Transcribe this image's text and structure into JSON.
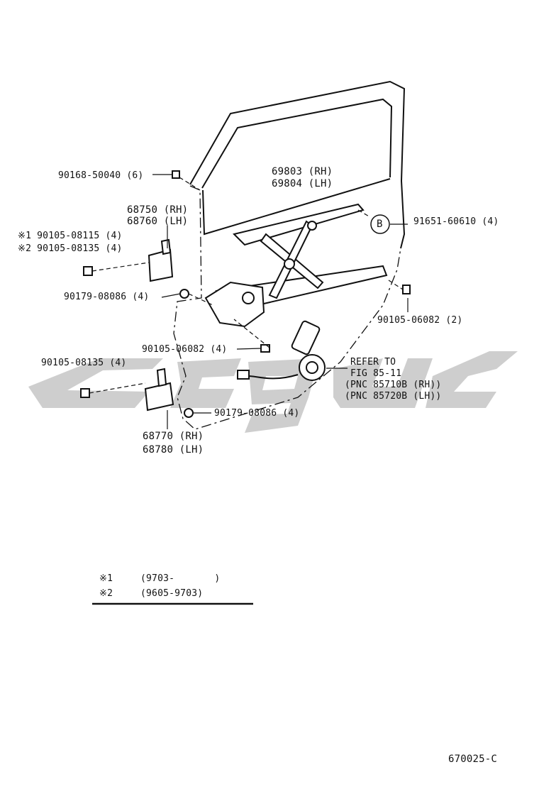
{
  "labels": {
    "bolt_6": "90168-50040 (6)",
    "regulator_rh": "69803 (RH)",
    "regulator_lh": "69804 (LH)",
    "hinge_upper_rh": "68750 (RH)",
    "hinge_upper_lh": "68760 (LH)",
    "bolt_note1": "※1 90105-08115 (4)",
    "bolt_note2": "※2 90105-08135 (4)",
    "nut_upper": "90179-08086 (4)",
    "bolt_b": "91651-60610 (4)",
    "ref_b": "B",
    "bolt_right": "90105-06082 (2)",
    "bolt_mid": "90105-06082 (4)",
    "bolt_lower": "90105-08135 (4)",
    "refer_1": "REFER TO",
    "refer_2": "FIG 85-11",
    "refer_3": "(PNC 85710B (RH))",
    "refer_4": "(PNC 85720B (LH))",
    "nut_lower": "90179-08086 (4)",
    "hinge_lower_rh": "68770 (RH)",
    "hinge_lower_lh": "68780 (LH)"
  },
  "notes": [
    {
      "mark": "※1",
      "range": "(9703-       )"
    },
    {
      "mark": "※2",
      "range": "(9605-9703)"
    }
  ],
  "figure_code": "670025-C",
  "colors": {
    "ink": "#111111",
    "watermark": "#c8c8c8"
  }
}
